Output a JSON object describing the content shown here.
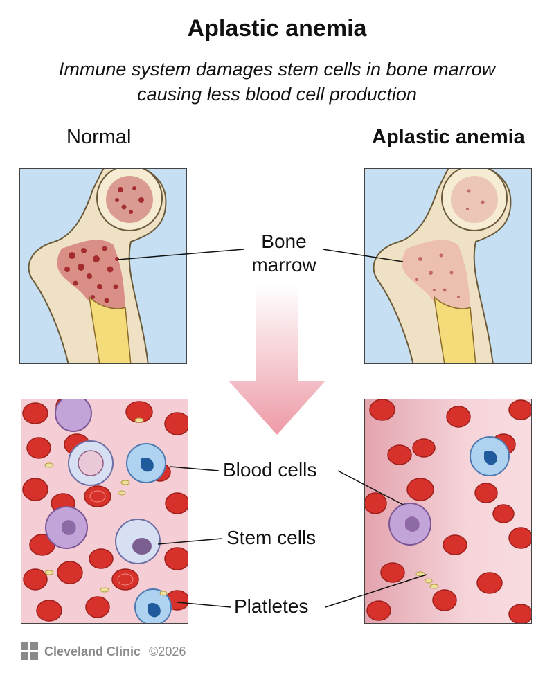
{
  "header": {
    "title": "Aplastic anemia",
    "subtitle_line1": "Immune system damages stem cells in bone marrow",
    "subtitle_line2": "causing less blood cell production"
  },
  "columns": {
    "left": "Normal",
    "right": "Aplastic anemia"
  },
  "labels": {
    "bone_line1": "Bone",
    "bone_line2": "marrow",
    "blood_cells": "Blood cells",
    "stem_cells": "Stem cells",
    "platletes": "Platletes"
  },
  "footer": {
    "brand": "Cleveland Clinic",
    "copyright": "©2026"
  },
  "colors": {
    "bone_background": "#c6dff3",
    "marrow": "#b5454a",
    "red_cell": "#d6322b",
    "arrow": "#f1b6bf"
  }
}
